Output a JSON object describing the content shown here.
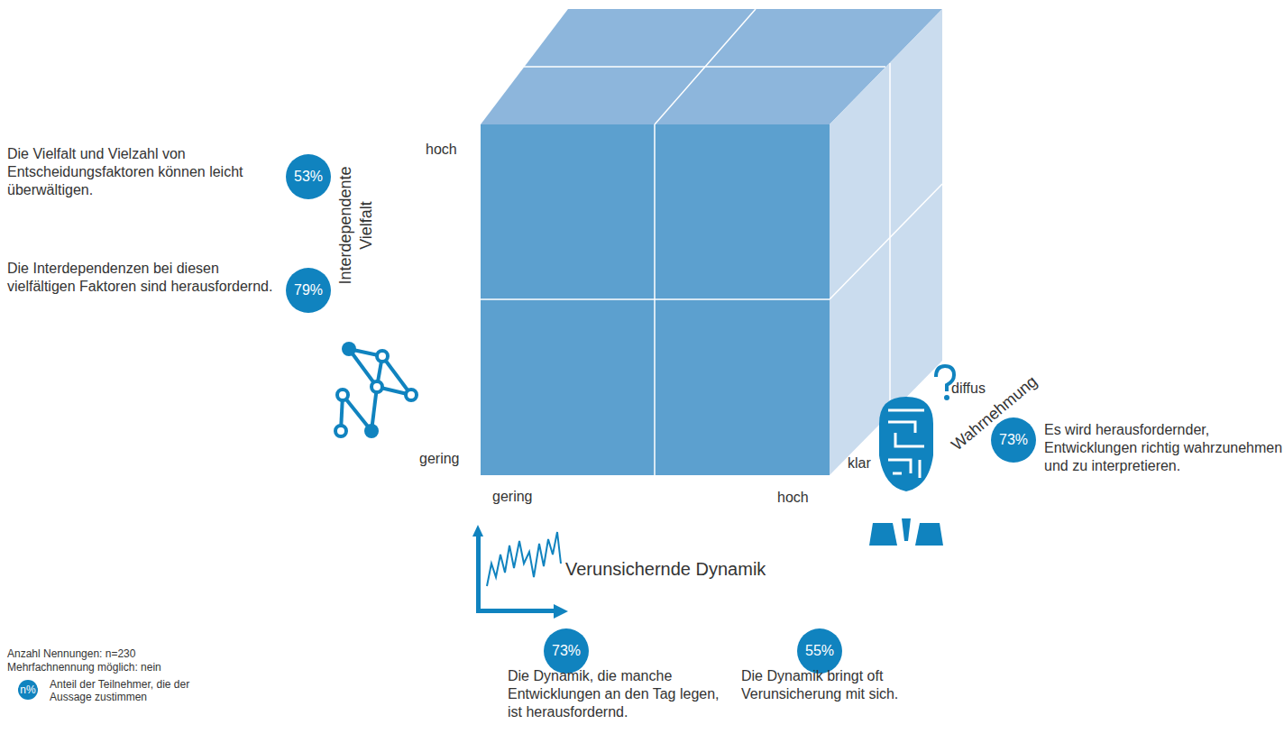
{
  "diagram": {
    "nodes": [
      {
        "text": [
          "53%"
        ]
      },
      {
        "text": [
          "79%"
        ]
      },
      {
        "text": [
          "73%"
        ]
      },
      {
        "text": [
          "73%"
        ]
      },
      {
        "text": [
          "55%"
        ]
      }
    ],
    "labels": [
      "Die Vielfalt und Vielzahl von Entscheidungsfaktoren können leicht überwältigen.",
      "Die Interdependenzen bei diesen vielfältigen Faktoren sind herausfordernd.",
      "Interdependente Vielfalt",
      "hoch",
      "gering",
      "gering",
      "hoch",
      "Verunsichernde Dynamik",
      "diffus",
      "klar",
      "Wahrnehmung",
      "Es wird herausfordernder, Entwicklungen richtig wahrzunehmen und zu interpretieren.",
      "Die Dynamik, die manche Entwicklungen an den Tag legen, ist herausfordernd.",
      "Die Dynamik bringt oft Verunsicherung mit sich.",
      "Anzahl Nennungen: n=230",
      "Mehrfachnennung möglich: nein",
      "n%"
    ],
    "legend": [
      {
        "text": "Anteil der Teilnehmer, die der Aussage zustimmen",
        "color": "#1083bf"
      }
    ]
  }
}
